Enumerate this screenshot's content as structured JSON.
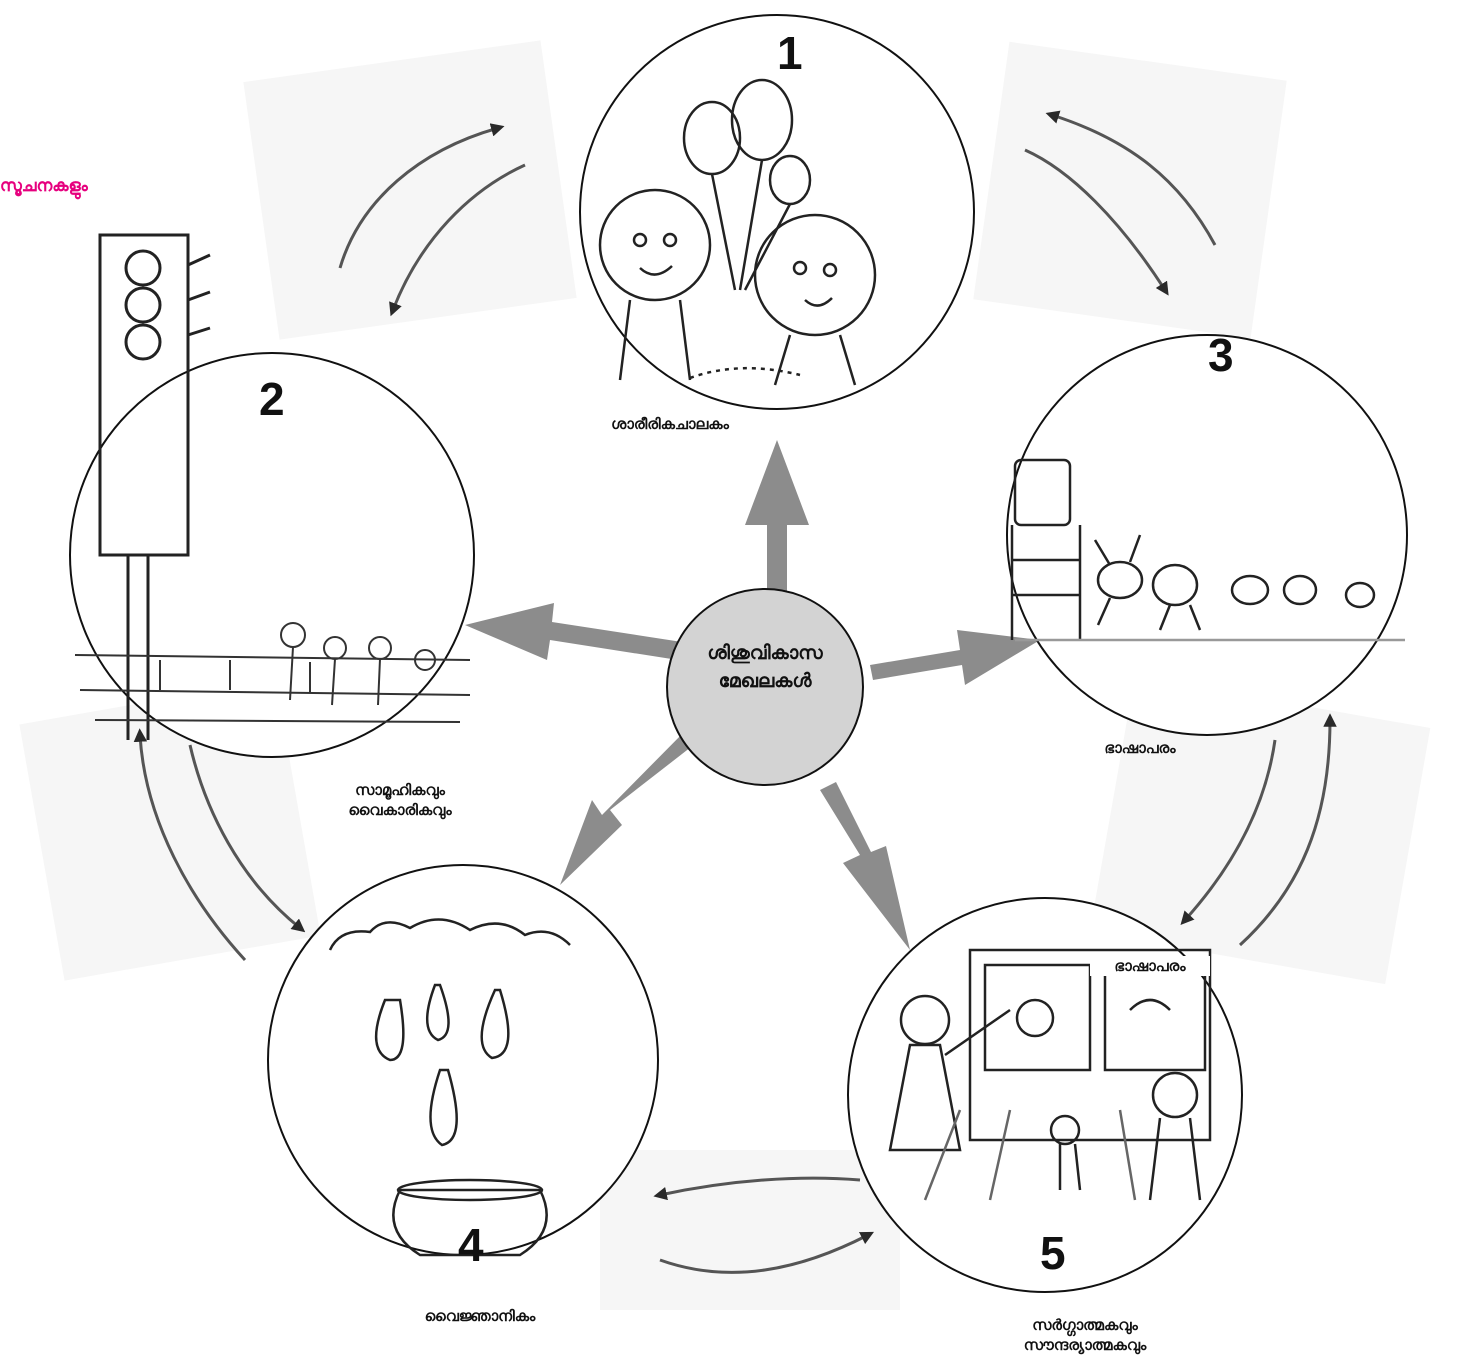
{
  "header": {
    "text": "സൂചനകളും"
  },
  "center": {
    "line1": "ശിശുവികാസ",
    "line2": "മേഖലകൾ"
  },
  "domains": [
    {
      "number": "1",
      "label": "ശാരീരികചാലകം"
    },
    {
      "number": "2",
      "label_line1": "സാമൂഹികവും",
      "label_line2": "വൈകാരികവും"
    },
    {
      "number": "3",
      "label": "ഭാഷാപരം"
    },
    {
      "number": "4",
      "label": "വൈജ്ഞാനികം"
    },
    {
      "number": "5",
      "label_line1": "സർഗ്ഗാത്മകവും",
      "label_line2": "സൗന്ദര്യാത്മകവും",
      "inner_label": "ഭാഷാപരം"
    }
  ],
  "colors": {
    "header": "#e6007e",
    "center_fill": "#d3d3d3",
    "spoke": "#8c8c8c",
    "outline": "#111111"
  }
}
